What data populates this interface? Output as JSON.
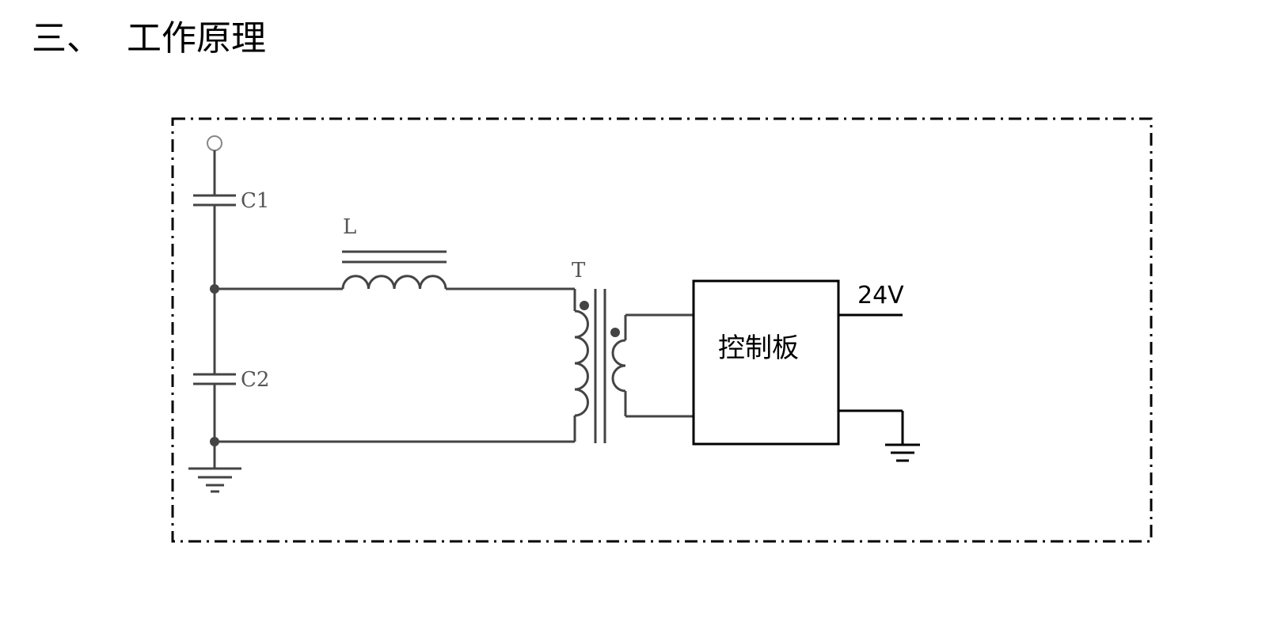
{
  "heading": {
    "number": "三、",
    "title": "工作原理"
  },
  "diagram": {
    "components": {
      "c1": "C1",
      "c2": "C2",
      "inductor": "L",
      "transformer": "T",
      "control_board": "控制板",
      "supply": "24V"
    },
    "colors": {
      "wire": "#444444",
      "box": "#000000",
      "border": "#000000"
    }
  }
}
